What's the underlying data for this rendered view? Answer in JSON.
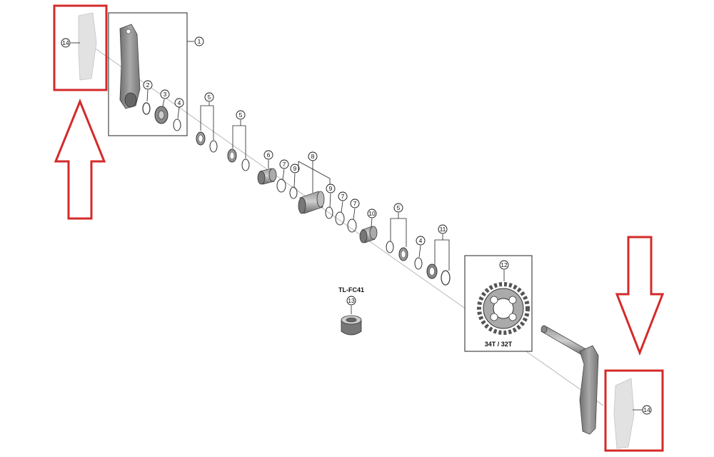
{
  "diagram": {
    "callouts": {
      "crank_arm_left": "1",
      "spacer_2": "2",
      "cap_3": "3",
      "ring_4a": "4",
      "spacers_5a": "5",
      "spacers_5b": "5",
      "cup_6": "6",
      "oring_7a": "7",
      "sleeve_8": "8",
      "ring_9a": "9",
      "ring_9b": "9",
      "oring_7b": "7",
      "oring_7c": "7",
      "cup_10": "10",
      "spacers_5c": "5",
      "ring_4b": "4",
      "spacers_11": "11",
      "chainring_12": "12",
      "tool_13": "13",
      "cover_14_left": "14",
      "cover_14_right": "14"
    },
    "tool_label": "TL-FC41",
    "chainring_label": "34T / 32T",
    "colors": {
      "highlight": "#d42a2a",
      "outline": "#333333",
      "part_fill": "#8e8e8e",
      "cover_fill": "#e2e2e2"
    }
  }
}
